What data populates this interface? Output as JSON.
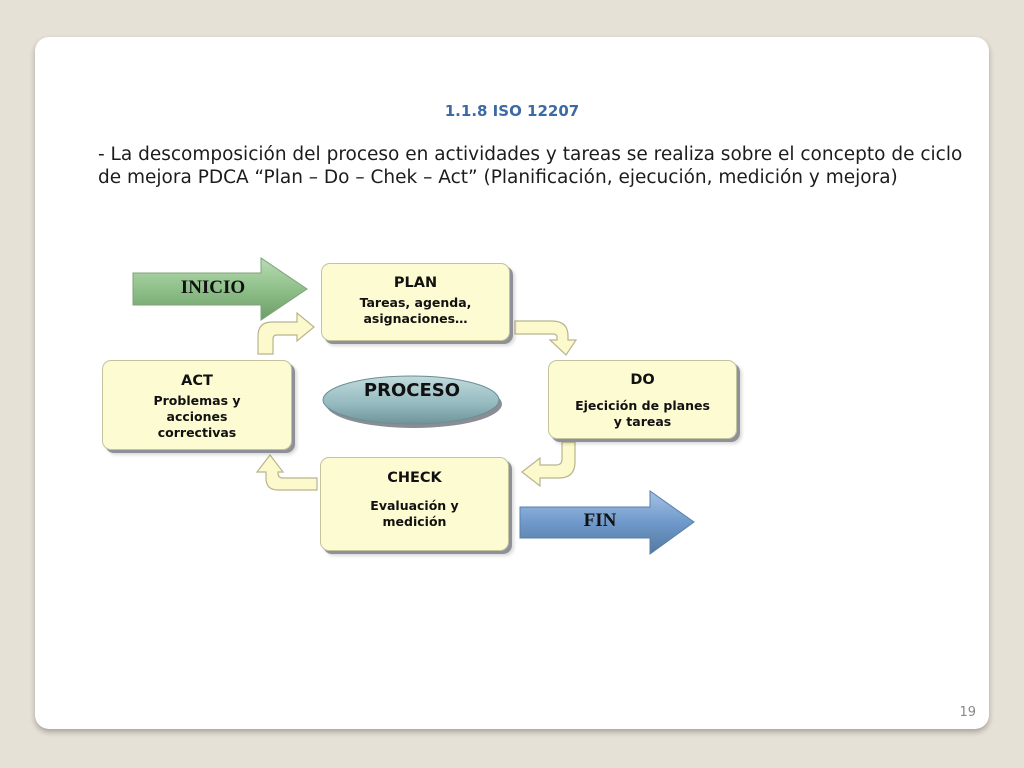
{
  "slide": {
    "title": "1.1.8 ISO 12207",
    "body": "- La descomposición del proceso en actividades y tareas se realiza sobre el concepto de ciclo de mejora PDCA “Plan – Do – Chek – Act” (Planificación, ejecución, medición y mejora)",
    "page_number": "19"
  },
  "diagram": {
    "start_arrow": {
      "label": "INICIO",
      "color": "#8fc08a"
    },
    "end_arrow": {
      "label": "FIN",
      "color": "#6f99cb"
    },
    "center": {
      "label": "PROCESO",
      "color": "#93b9be"
    },
    "box_fill": "#fdfbd1",
    "plan": {
      "title": "PLAN",
      "line1": "Tareas,  agenda,",
      "line2": "asignaciones…"
    },
    "do": {
      "title": "DO",
      "line1": "Ejecición de planes",
      "line2": "y tareas"
    },
    "act": {
      "title": "ACT",
      "line1": "Problemas y",
      "line2": "acciones",
      "line3": "correctivas"
    },
    "check": {
      "title": "CHECK",
      "line1": "Evaluación y",
      "line2": "medición"
    }
  }
}
